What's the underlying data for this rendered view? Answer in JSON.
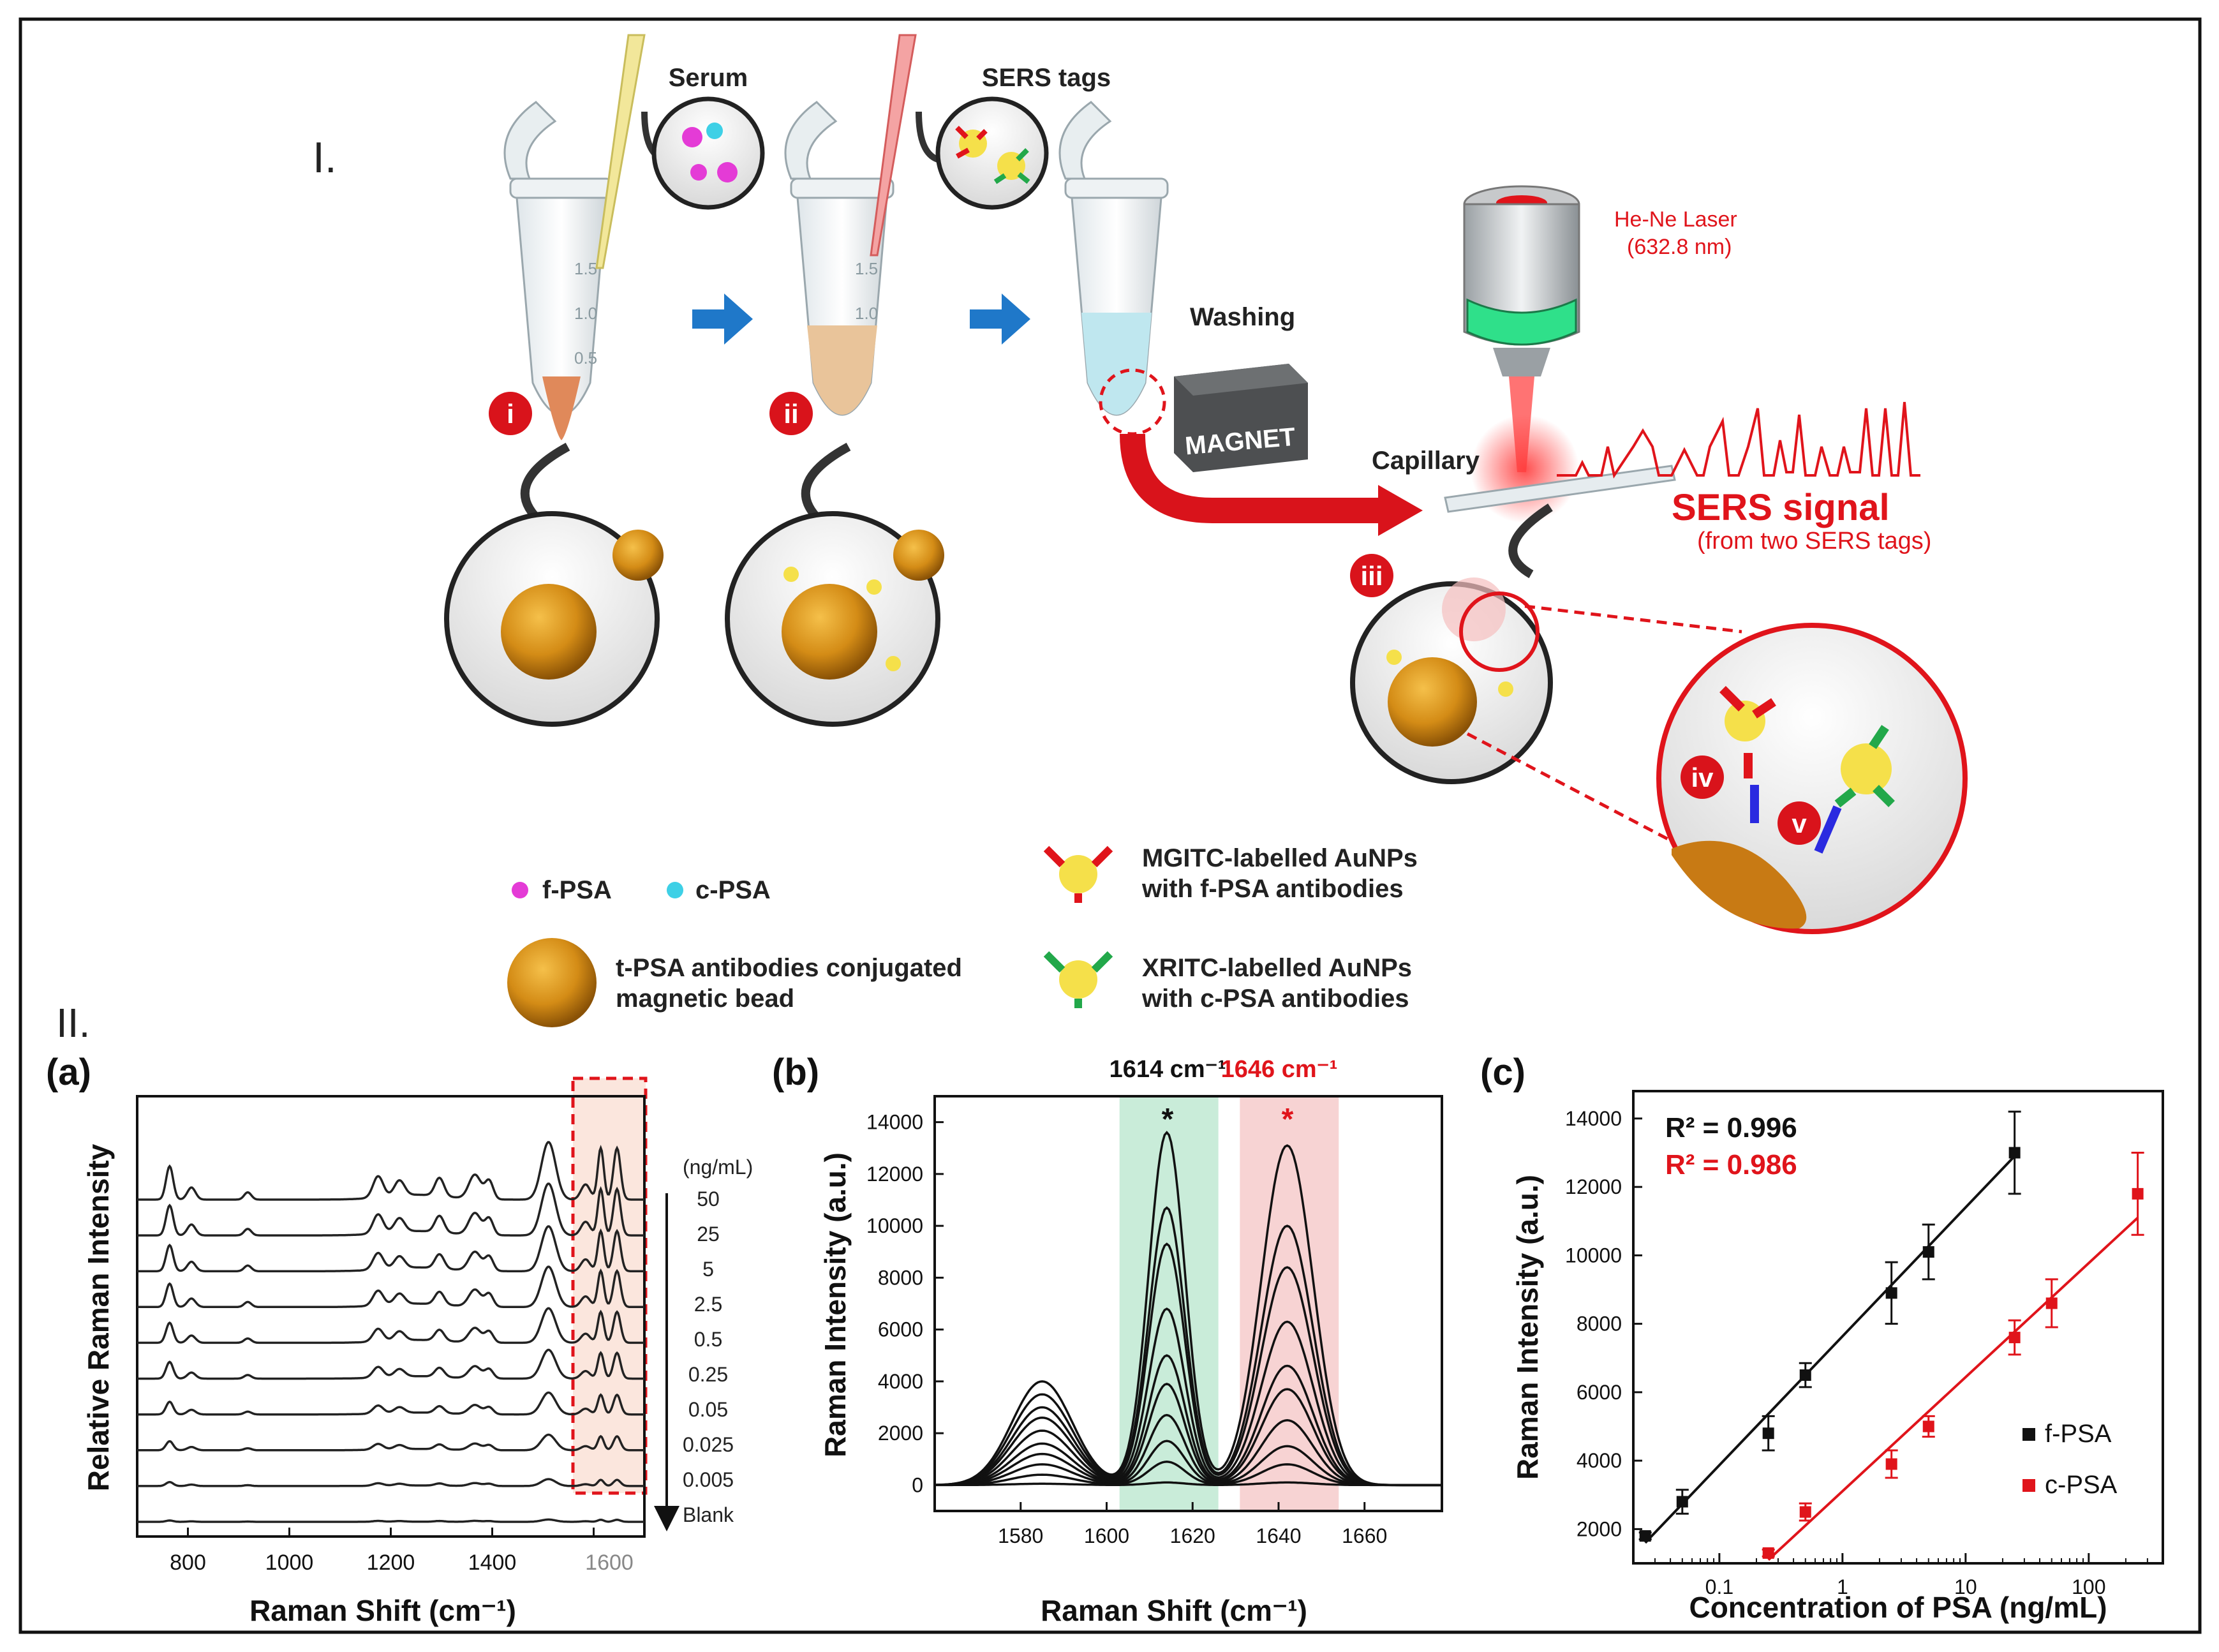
{
  "colors": {
    "red": "#e0141b",
    "blue": "#1f78c9",
    "gold": "#d99a1c",
    "green_band": "#c9ecd9",
    "red_band": "#f7d3d3",
    "highlight_box": "#fbe6dd",
    "black": "#111111"
  },
  "part1": {
    "label": "I.",
    "serum": "Serum",
    "sers_tags": "SERS tags",
    "washing": "Washing",
    "magnet": "MAGNET",
    "capillary": "Capillary",
    "laser_name": "He-Ne Laser",
    "laser_wavelength": "(632.8 nm)",
    "sers_signal": "SERS signal",
    "sers_signal_sub": "(from two SERS tags)",
    "steps": [
      "i",
      "ii",
      "iii",
      "iv",
      "v"
    ],
    "tube_marks": [
      "1.5",
      "1.0",
      "0.5"
    ],
    "legend": {
      "fpsa": "f-PSA",
      "cpsa": "c-PSA",
      "bead_line1": "t-PSA antibodies conjugated",
      "bead_line2": "magnetic bead",
      "mgitc_line1": "MGITC-labelled AuNPs",
      "mgitc_line2": "with f-PSA antibodies",
      "xritc_line1": "XRITC-labelled AuNPs",
      "xritc_line2": "with c-PSA antibodies"
    }
  },
  "part2": {
    "label": "II.",
    "panel_a": {
      "tag": "(a)",
      "xlabel": "Raman Shift (cm⁻¹)",
      "ylabel": "Relative Raman Intensity",
      "box_tick": "1600",
      "unit": "(ng/mL)",
      "concentrations": [
        "50",
        "25",
        "5",
        "2.5",
        "0.5",
        "0.25",
        "0.05",
        "0.025",
        "0.005",
        "Blank"
      ]
    },
    "panel_b": {
      "tag": "(b)",
      "peak1": "1614 cm⁻¹",
      "peak2": "1646 cm⁻¹",
      "star": "*",
      "xlabel": "Raman Shift (cm⁻¹)",
      "ylabel": "Raman Intensity (a.u.)"
    },
    "panel_c": {
      "tag": "(c)",
      "r2_black": "R² = 0.996",
      "r2_red": "R² = 0.986",
      "xlabel": "Concentration of PSA (ng/mL)",
      "ylabel": "Raman Intensity (a.u.)"
    }
  },
  "chart_data": [
    {
      "type": "line",
      "title": "",
      "xlabel": "Raman Shift (cm⁻¹)",
      "ylabel": "Relative Raman Intensity",
      "xlim": [
        700,
        1700
      ],
      "x_ticks": [
        800,
        1000,
        1200,
        1400,
        1600
      ],
      "peaks": [
        764,
        807,
        918,
        1175,
        1217,
        1296,
        1366,
        1394,
        1511,
        1584,
        1614,
        1646
      ],
      "series": [
        {
          "name": "50",
          "scale": 1.0
        },
        {
          "name": "25",
          "scale": 0.9
        },
        {
          "name": "5",
          "scale": 0.78
        },
        {
          "name": "2.5",
          "scale": 0.7
        },
        {
          "name": "0.5",
          "scale": 0.6
        },
        {
          "name": "0.25",
          "scale": 0.5
        },
        {
          "name": "0.05",
          "scale": 0.38
        },
        {
          "name": "0.025",
          "scale": 0.27
        },
        {
          "name": "0.005",
          "scale": 0.12
        },
        {
          "name": "Blank",
          "scale": 0.04
        }
      ],
      "grid": false
    },
    {
      "type": "line",
      "title": "",
      "xlabel": "Raman Shift (cm⁻¹)",
      "ylabel": "Raman Intensity (a.u.)",
      "xlim": [
        1560,
        1678
      ],
      "ylim": [
        -1000,
        15000
      ],
      "x_ticks": [
        1580,
        1600,
        1620,
        1640,
        1660
      ],
      "y_ticks": [
        0,
        2000,
        4000,
        6000,
        8000,
        10000,
        12000,
        14000
      ],
      "highlight_bands": [
        [
          1603,
          1626
        ],
        [
          1631,
          1654
        ]
      ],
      "series_peaks": [
        {
          "p1": 13600,
          "p2": 13100,
          "p0": 4000
        },
        {
          "p1": 10700,
          "p2": 10000,
          "p0": 3500
        },
        {
          "p1": 9300,
          "p2": 8400,
          "p0": 3000
        },
        {
          "p1": 6800,
          "p2": 6300,
          "p0": 2600
        },
        {
          "p1": 5000,
          "p2": 4600,
          "p0": 2100
        },
        {
          "p1": 3900,
          "p2": 3700,
          "p0": 1600
        },
        {
          "p1": 2700,
          "p2": 2500,
          "p0": 1200
        },
        {
          "p1": 1700,
          "p2": 1500,
          "p0": 800
        },
        {
          "p1": 900,
          "p2": 800,
          "p0": 400
        },
        {
          "p1": 100,
          "p2": 100,
          "p0": 50
        }
      ],
      "grid": false
    },
    {
      "type": "scatter",
      "title": "",
      "xlabel": "Concentration of PSA (ng/mL)",
      "ylabel": "Raman Intensity (a.u.)",
      "xscale": "log",
      "xlim": [
        0.02,
        400
      ],
      "ylim": [
        1000,
        14800
      ],
      "x_ticks": [
        0.1,
        1,
        10,
        100
      ],
      "y_ticks": [
        2000,
        4000,
        6000,
        8000,
        10000,
        12000,
        14000
      ],
      "legend_position": "bottom-right",
      "series": [
        {
          "name": "f-PSA",
          "color": "#111111",
          "x": [
            0.025,
            0.05,
            0.25,
            0.5,
            2.5,
            5,
            25
          ],
          "y": [
            1800,
            2800,
            4800,
            6500,
            8900,
            10100,
            13000
          ],
          "err": [
            100,
            350,
            500,
            350,
            900,
            800,
            1200
          ],
          "fit": [
            [
              0.025,
              1600
            ],
            [
              25,
              12900
            ]
          ]
        },
        {
          "name": "c-PSA",
          "color": "#e0141b",
          "x": [
            0.25,
            0.5,
            2.5,
            5,
            25,
            50,
            250
          ],
          "y": [
            1300,
            2500,
            3900,
            5000,
            7600,
            8600,
            11800
          ],
          "err": [
            100,
            250,
            400,
            300,
            500,
            700,
            1200
          ],
          "fit": [
            [
              0.25,
              1100
            ],
            [
              250,
              11100
            ]
          ]
        }
      ]
    }
  ]
}
